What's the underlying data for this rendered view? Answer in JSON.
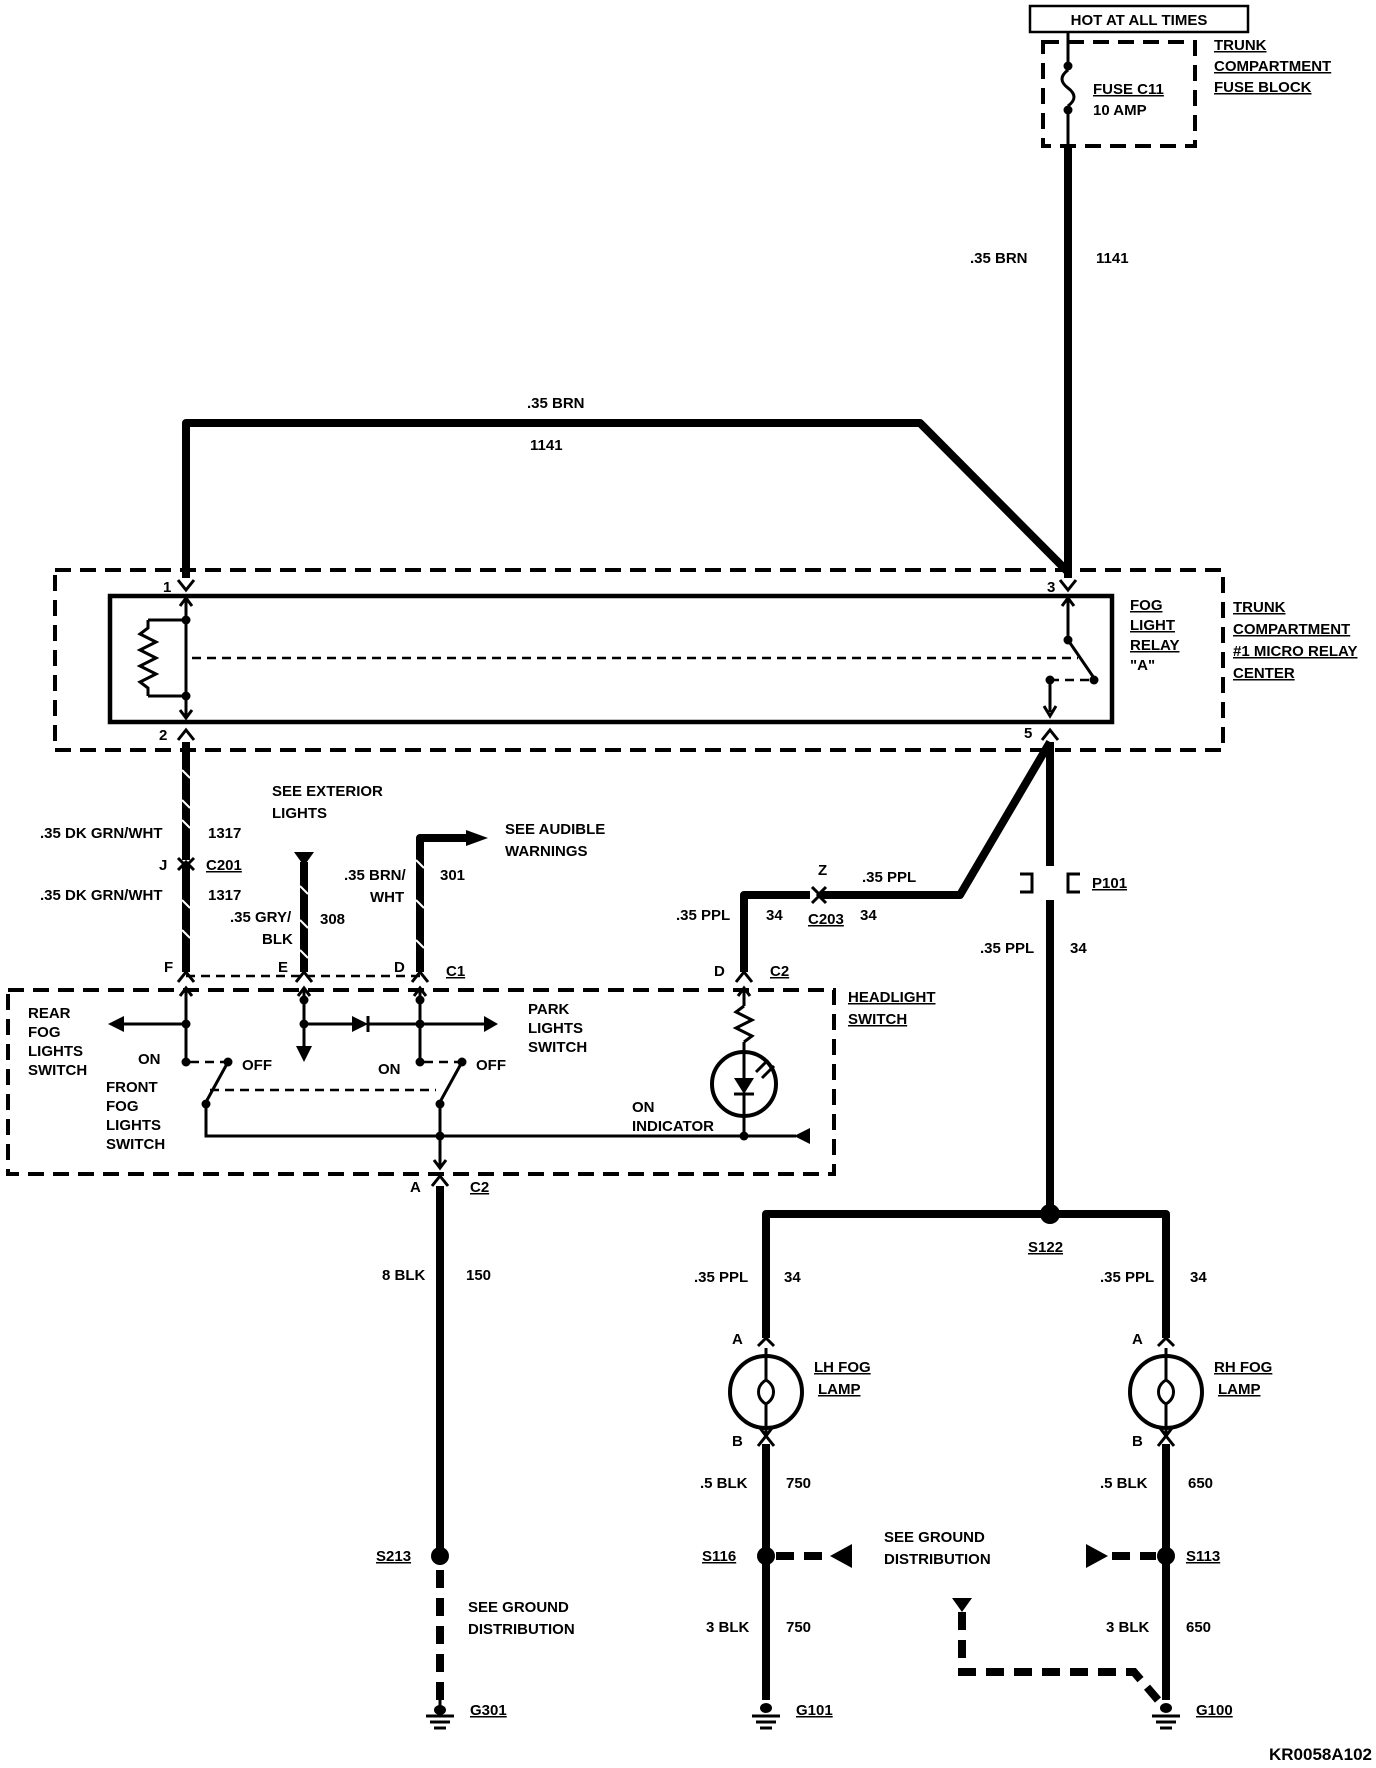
{
  "power": {
    "hot_label": "HOT AT ALL TIMES",
    "fuse_block_line1": "TRUNK",
    "fuse_block_line2": "COMPARTMENT",
    "fuse_block_line3": "FUSE BLOCK",
    "fuse_name": "FUSE C11",
    "fuse_rating": "10 AMP",
    "feed_wire_color": ".35 BRN",
    "feed_wire_circuit": "1141"
  },
  "top_wire": {
    "color": ".35 BRN",
    "circuit": "1141"
  },
  "relay": {
    "name_line1": "FOG",
    "name_line2": "LIGHT",
    "name_line3": "RELAY",
    "name_line4": "\"A\"",
    "center_line1": "TRUNK",
    "center_line2": "COMPARTMENT",
    "center_line3": "#1 MICRO RELAY",
    "center_line4": "CENTER",
    "pin1": "1",
    "pin2": "2",
    "pin3": "3",
    "pin5": "5"
  },
  "wires_upper": {
    "w1317_top_color": ".35 DK GRN/WHT",
    "w1317_top_circuit": "1317",
    "c201_pin": "J",
    "c201_name": "C201",
    "w1317_bot_color": ".35 DK GRN/WHT",
    "w1317_bot_circuit": "1317",
    "ext_ref_line1": "SEE EXTERIOR",
    "ext_ref_line2": "LIGHTS",
    "w308_color_line1": ".35 GRY/",
    "w308_color_line2": "BLK",
    "w308_circuit": "308",
    "aud_ref_line1": "SEE AUDIBLE",
    "aud_ref_line2": "WARNINGS",
    "w301_color_line1": ".35 BRN/",
    "w301_color_line2": "WHT",
    "w301_circuit": "301",
    "c203_pin": "Z",
    "c203_name": "C203",
    "c203_top_color": ".35 PPL",
    "c203_right_circuit": "34",
    "c203_left_color": ".35 PPL",
    "c203_left_circuit": "34",
    "p101_name": "P101",
    "p101_color": ".35 PPL",
    "p101_circuit": "34"
  },
  "headlight_switch": {
    "title_line1": "HEADLIGHT",
    "title_line2": "SWITCH",
    "pin_f": "F",
    "pin_e": "E",
    "pin_d": "D",
    "c1": "C1",
    "pin_d2": "D",
    "c2_top": "C2",
    "rear_fog_line1": "REAR",
    "rear_fog_line2": "FOG",
    "rear_fog_line3": "LIGHTS",
    "rear_fog_line4": "SWITCH",
    "front_fog_line1": "FRONT",
    "front_fog_line2": "FOG",
    "front_fog_line3": "LIGHTS",
    "front_fog_line4": "SWITCH",
    "on1": "ON",
    "off1": "OFF",
    "on2": "ON",
    "off2": "OFF",
    "park_line1": "PARK",
    "park_line2": "LIGHTS",
    "park_line3": "SWITCH",
    "indicator_line1": "ON",
    "indicator_line2": "INDICATOR",
    "pin_a": "A",
    "c2_bottom": "C2"
  },
  "ground_left": {
    "wire_color": "8 BLK",
    "wire_circuit": "150",
    "splice": "S213",
    "ref_line1": "SEE GROUND",
    "ref_line2": "DISTRIBUTION",
    "ground": "G301"
  },
  "lamps": {
    "splice_main": "S122",
    "lh_color": ".35 PPL",
    "lh_circuit": "34",
    "rh_color": ".35 PPL",
    "rh_circuit": "34",
    "lh_pin_a": "A",
    "lh_pin_b": "B",
    "rh_pin_a": "A",
    "rh_pin_b": "B",
    "lh_name_line1": "LH FOG",
    "lh_name_line2": "LAMP",
    "rh_name_line1": "RH FOG",
    "rh_name_line2": "LAMP",
    "lh_b_color": ".5 BLK",
    "lh_b_circuit": "750",
    "rh_b_color": ".5 BLK",
    "rh_b_circuit": "650",
    "lh_splice": "S116",
    "rh_splice": "S113",
    "ground_ref_line1": "SEE GROUND",
    "ground_ref_line2": "DISTRIBUTION",
    "lh_g_color": "3 BLK",
    "lh_g_circuit": "750",
    "rh_g_color": "3 BLK",
    "rh_g_circuit": "650",
    "lh_ground": "G101",
    "rh_ground": "G100"
  },
  "doc_id": "KR0058A102"
}
